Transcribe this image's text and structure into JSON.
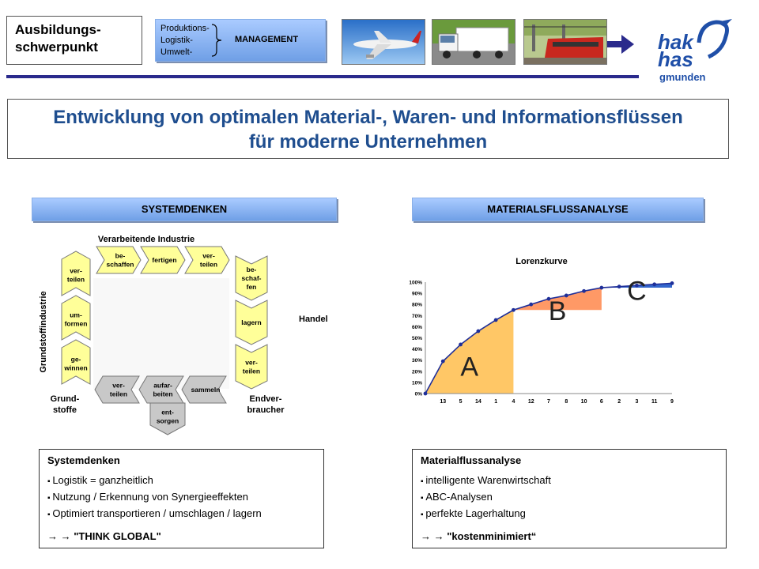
{
  "header": {
    "focus_title_line1": "Ausbildungs-",
    "focus_title_line2": "schwerpunkt",
    "mgmt_items": [
      "Produktions-",
      "Logistik-",
      "Umwelt-"
    ],
    "mgmt_label": "MANAGEMENT",
    "logo_line1": "hak",
    "logo_line2": "has",
    "logo_line3": "gmunden"
  },
  "title": {
    "line1": "Entwicklung von optimalen Material-, Waren- und Informationsflüssen",
    "line2": "für moderne Unternehmen"
  },
  "left_section": {
    "header": "SYSTEMDENKEN",
    "diagram": {
      "top_label": "Verarbeitende Industrie",
      "left_label": "Grundstoffindustrie",
      "right_label": "Handel",
      "bl_line1": "Grund-",
      "bl_line2": "stoffe",
      "br_line1": "Endver-",
      "br_line2": "braucher",
      "top_arrows": [
        [
          "be-",
          "schaffen"
        ],
        [
          "fertigen"
        ],
        [
          "ver-",
          "teilen"
        ]
      ],
      "left_arrows": [
        [
          "ver-",
          "teilen"
        ],
        [
          "um-",
          "formen"
        ],
        [
          "ge-",
          "winnen"
        ]
      ],
      "right_arrows": [
        [
          "be-",
          "schaf-",
          "fen"
        ],
        [
          "lagern"
        ],
        [
          "ver-",
          "teilen"
        ]
      ],
      "bottom_arrows": [
        [
          "ver-",
          "teilen"
        ],
        [
          "aufar-",
          "beiten"
        ],
        [
          "sammeln"
        ]
      ],
      "down_arrow": [
        "ent-",
        "sorgen"
      ]
    },
    "info": {
      "heading": "Systemdenken",
      "items": [
        "Logistik = ganzheitlich",
        "Nutzung / Erkennung von Synergieeffekten",
        "Optimiert transportieren / umschlagen / lagern"
      ],
      "footer": "→  → \"THINK GLOBAL\""
    }
  },
  "right_section": {
    "header": "MATERIALSFLUSSANALYSE",
    "info": {
      "heading": "Materialflussanalyse",
      "items": [
        "intelligente Warenwirtschaft",
        "ABC-Analysen",
        "perfekte Lagerhaltung"
      ],
      "footer": "→  → \"kostenminimiert“"
    }
  },
  "colors": {
    "title": "#1f4e8f",
    "arrow_yellow": "#ffff99",
    "arrow_gray": "#c8c8c8",
    "zone_a": "#ffc766",
    "zone_b": "#ff9966",
    "zone_c": "#3366cc",
    "curve": "#1f2f99"
  },
  "chart_data": {
    "type": "line",
    "title": "Lorenzkurve",
    "categories": [
      "",
      "13",
      "5",
      "14",
      "1",
      "4",
      "12",
      "7",
      "8",
      "10",
      "6",
      "2",
      "3",
      "11",
      "9"
    ],
    "values": [
      0,
      29,
      44,
      56,
      66,
      75,
      80,
      85,
      88,
      92,
      95,
      96,
      97,
      98,
      99
    ],
    "ytick_labels": [
      "0%",
      "10%",
      "20%",
      "30%",
      "40%",
      "50%",
      "60%",
      "70%",
      "80%",
      "90%",
      "100%"
    ],
    "ylim": [
      0,
      100
    ],
    "zones": [
      {
        "label": "A",
        "from": 0,
        "to": 5
      },
      {
        "label": "B",
        "from": 5,
        "to": 10
      },
      {
        "label": "C",
        "from": 10,
        "to": 14
      }
    ]
  }
}
